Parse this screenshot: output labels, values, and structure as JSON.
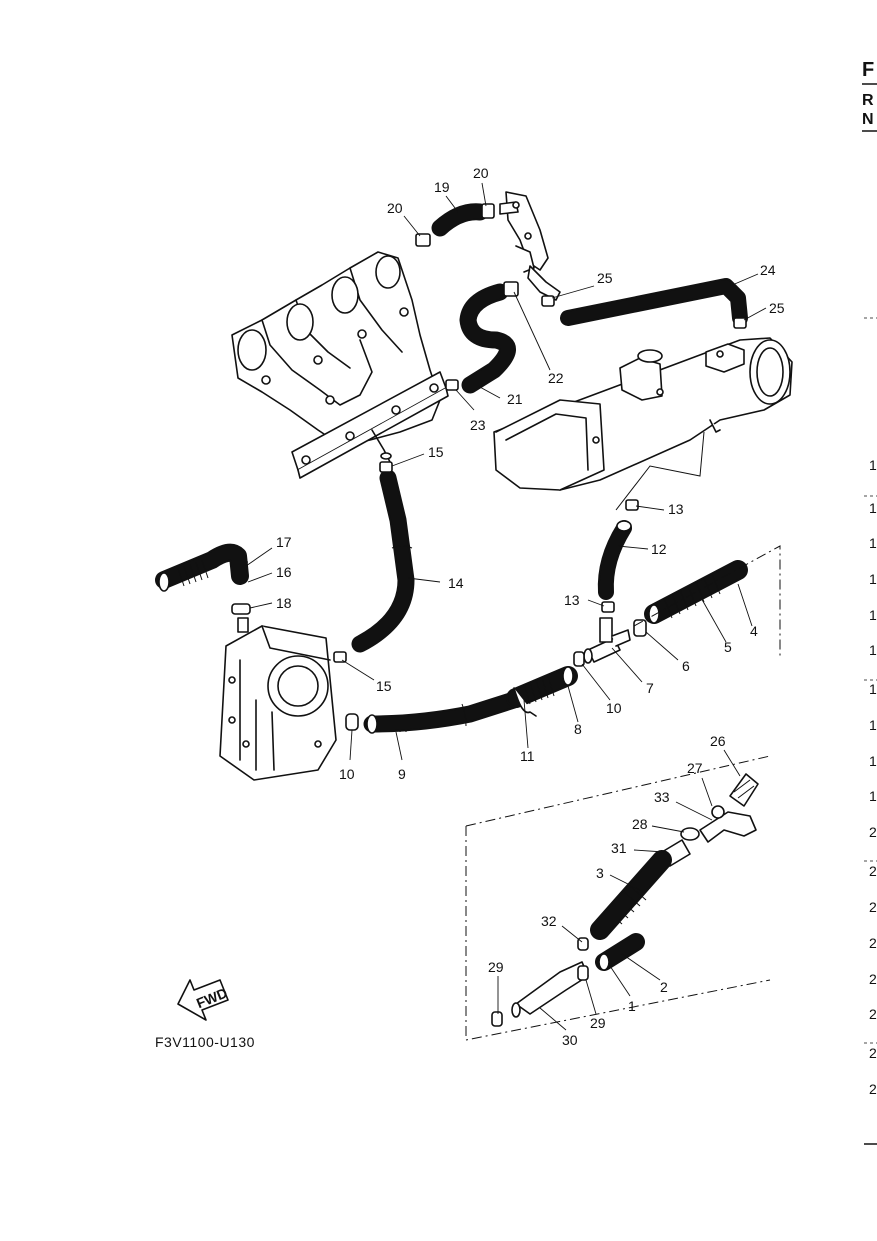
{
  "header": {
    "title_initial": "F",
    "col1_initial": "R",
    "col2_initial": "N"
  },
  "figure_code": "F3V1100-U130",
  "fwd_label": "FWD",
  "right_column_ref_numbers": [
    "1",
    "1",
    "1",
    "1",
    "1",
    "1",
    "1",
    "1",
    "1",
    "1",
    "2",
    "2",
    "2",
    "2",
    "2",
    "2",
    "2",
    "2"
  ],
  "callouts": {
    "c20a": "20",
    "c20b": "20",
    "c19": "19",
    "c25a": "25",
    "c24": "24",
    "c25b": "25",
    "c22": "22",
    "c21": "21",
    "c23": "23",
    "c15a": "15",
    "c13a": "13",
    "c12": "12",
    "c17": "17",
    "c16": "16",
    "c18": "18",
    "c14": "14",
    "c13b": "13",
    "c4": "4",
    "c5": "5",
    "c6": "6",
    "c7": "7",
    "c15b": "15",
    "c10a": "10",
    "c8": "8",
    "c11": "11",
    "c10b": "10",
    "c9": "9",
    "c26": "26",
    "c27": "27",
    "c33": "33",
    "c28": "28",
    "c31": "31",
    "c3": "3",
    "c32": "32",
    "c2": "2",
    "c1": "1",
    "c29a": "29",
    "c29b": "29",
    "c30": "30"
  },
  "icons": [
    "fwd-arrow-icon"
  ]
}
